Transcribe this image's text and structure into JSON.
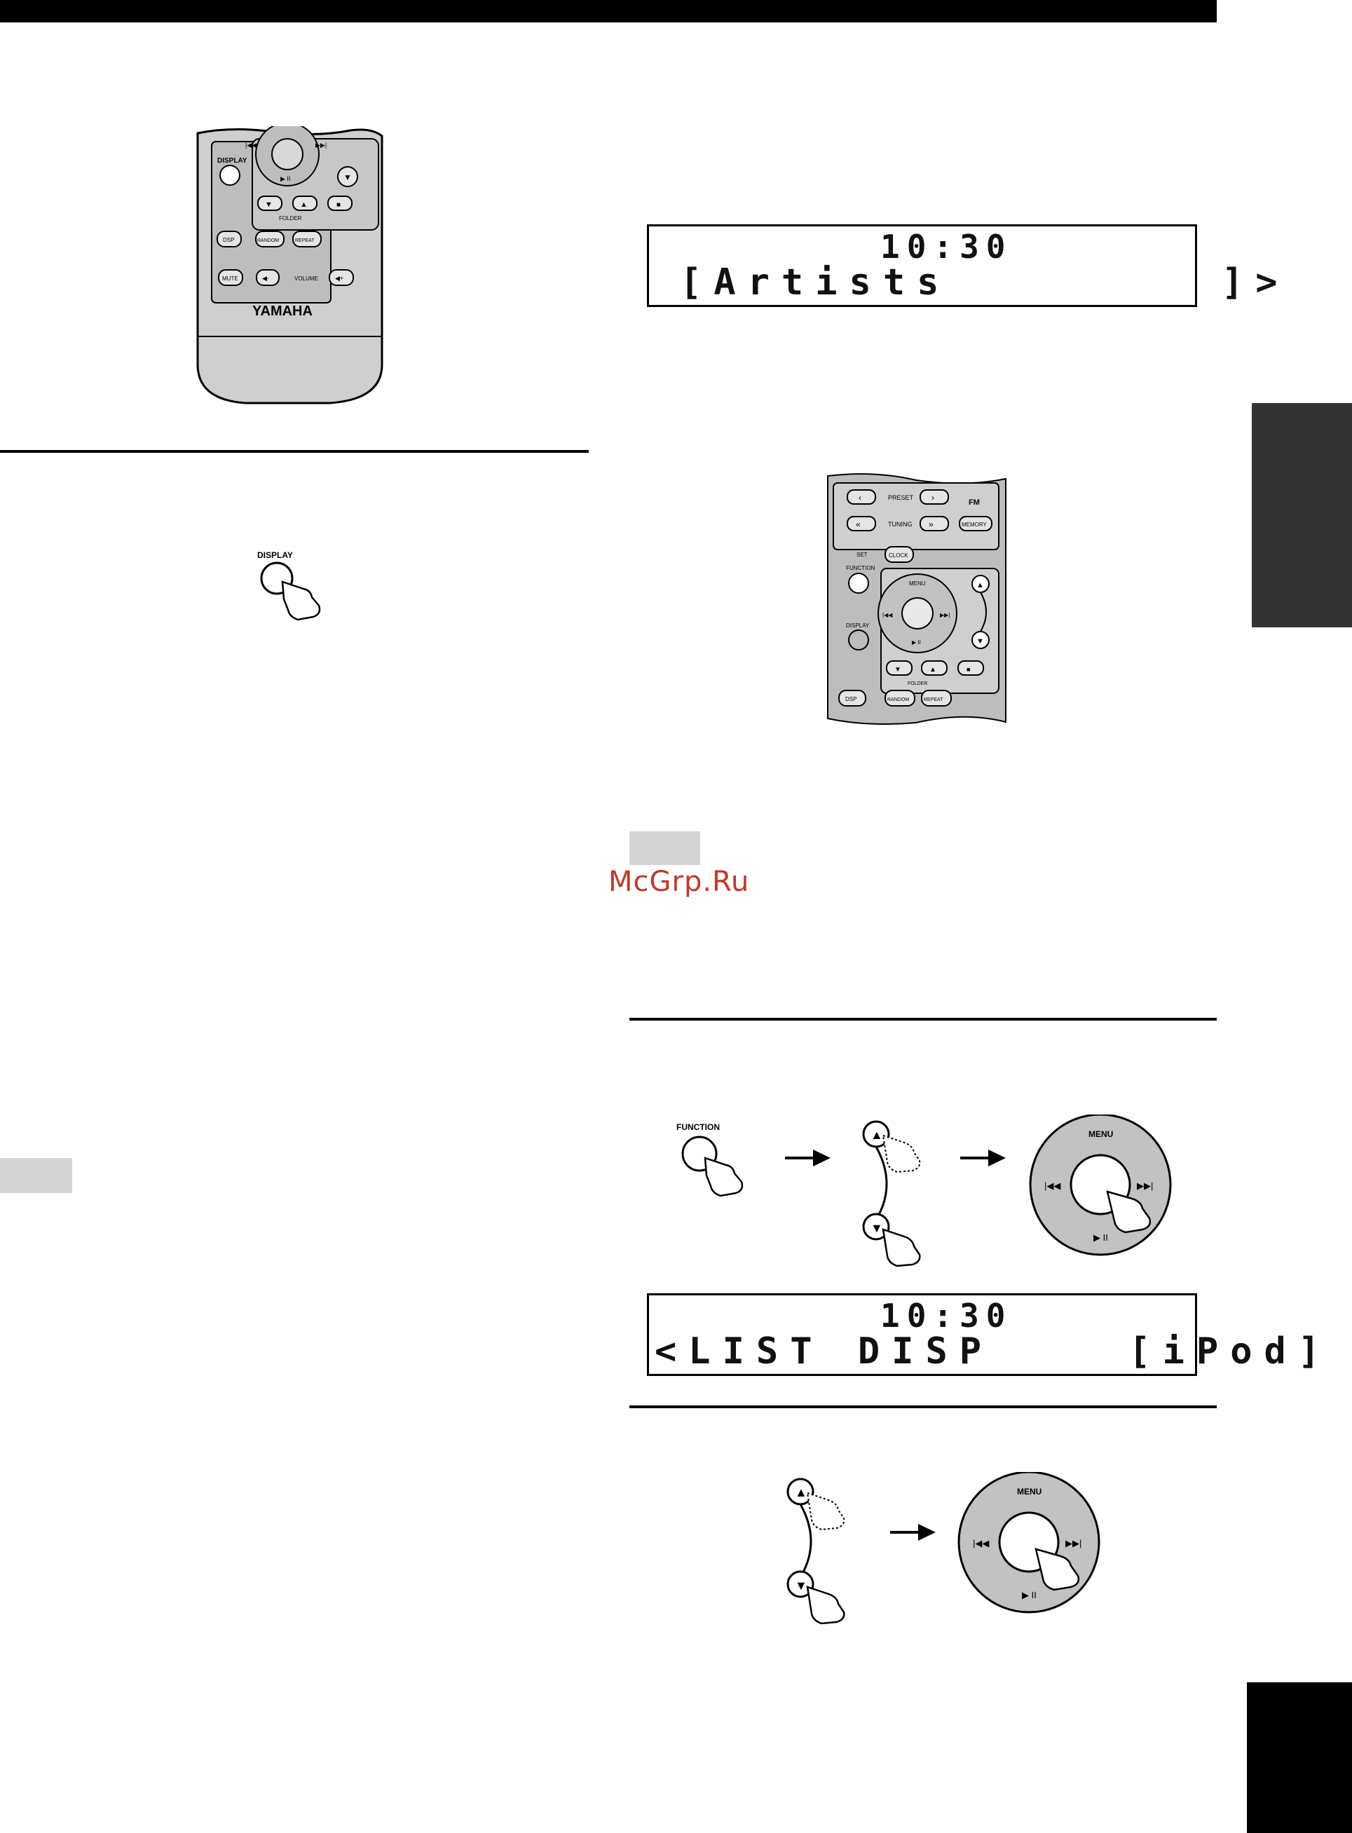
{
  "remote_top": {
    "display_label": "DISPLAY",
    "folder_label": "FOLDER",
    "dsp_label": "DSP",
    "random_label": "RANDOM",
    "repeat_label": "REPEAT",
    "mute_label": "MUTE",
    "volume_label": "VOLUME",
    "brand": "YAMAHA"
  },
  "display_press": {
    "label": "DISPLAY"
  },
  "lcd_artists": {
    "time": "10:30",
    "text": "[Artists        ]>"
  },
  "remote_mid": {
    "preset_label": "PRESET",
    "fm_label": "FM",
    "tuning_label": "TUNING",
    "memory_label": "MEMORY",
    "set_label": "SET",
    "clock_label": "CLOCK",
    "function_label": "FUNCTION",
    "menu_label": "MENU",
    "display_label": "DISPLAY",
    "folder_label": "FOLDER",
    "dsp_label": "DSP",
    "random_label": "RANDOM",
    "repeat_label": "REPEAT"
  },
  "watermark": "McGrp.Ru",
  "step_row_1": {
    "function_label": "FUNCTION",
    "menu_label": "MENU"
  },
  "lcd_list": {
    "time": "10:30",
    "text": "<LIST DISP    [iPod]"
  },
  "step_row_2": {
    "menu_label": "MENU"
  }
}
